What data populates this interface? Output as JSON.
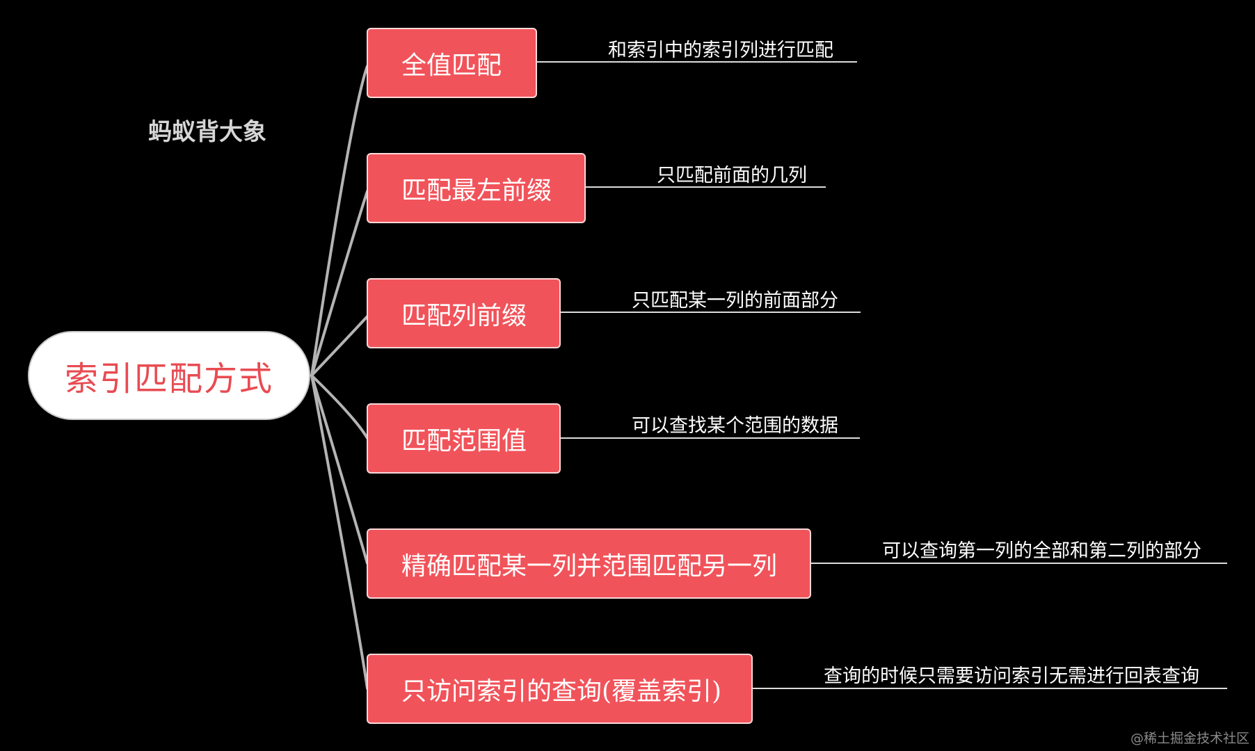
{
  "author": "蚂蚁背大象",
  "root": {
    "label": "索引匹配方式"
  },
  "branches": [
    {
      "label": "全值匹配",
      "note": "和索引中的索引列进行匹配"
    },
    {
      "label": "匹配最左前缀",
      "note": "只匹配前面的几列"
    },
    {
      "label": "匹配列前缀",
      "note": "只匹配某一列的前面部分"
    },
    {
      "label": "匹配范围值",
      "note": "可以查找某个范围的数据"
    },
    {
      "label": "精确匹配某一列并范围匹配另一列",
      "note": "可以查询第一列的全部和第二列的部分"
    },
    {
      "label": "只访问索引的查询(覆盖索引)",
      "note": "查询的时候只需要访问索引无需进行回表查询"
    }
  ],
  "watermark": "@稀土掘金技术社区",
  "colors": {
    "background": "#000000",
    "branch_fill": "#f1535a",
    "root_text": "#e84b52",
    "connector": "#b4b4b4",
    "note_line": "#dddddd"
  }
}
